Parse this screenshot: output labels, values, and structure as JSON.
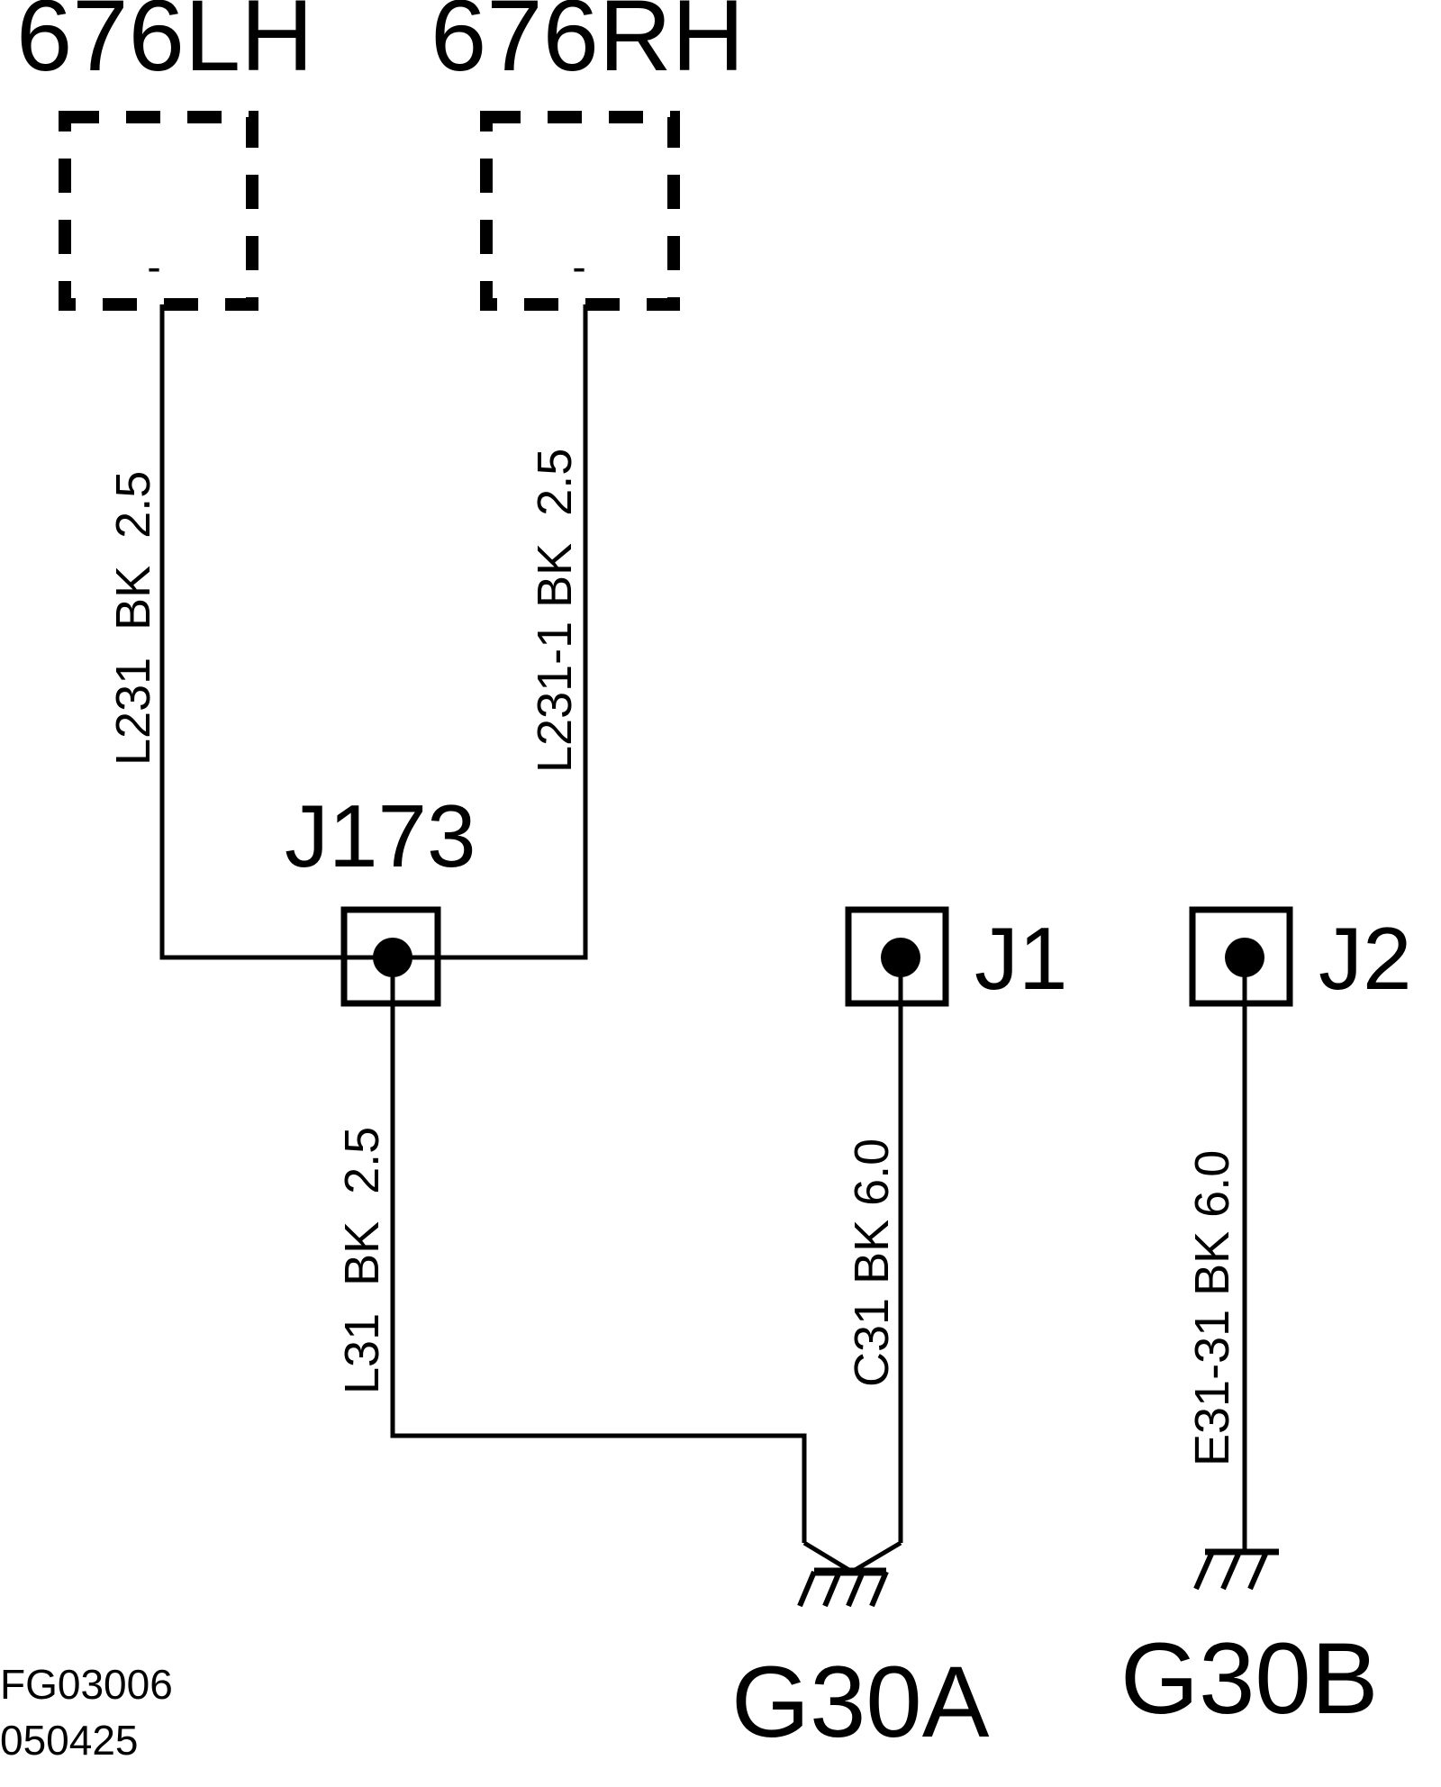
{
  "components": {
    "lh": {
      "label": "676LH",
      "pin": "-"
    },
    "rh": {
      "label": "676RH",
      "pin": "-"
    }
  },
  "splice": {
    "label": "J173"
  },
  "connectors": {
    "j1": {
      "label": "J1"
    },
    "j2": {
      "label": "J2"
    }
  },
  "wires": {
    "w1": "L231  BK  2.5",
    "w2": "L231-1 BK  2.5",
    "w3": "L31  BK  2.5",
    "w4": "C31 BK 6.0",
    "w5": "E31-31 BK 6.0"
  },
  "grounds": {
    "a": {
      "label": "G30A"
    },
    "b": {
      "label": "G30B"
    }
  },
  "footer": {
    "code": "FG03006",
    "date": "050425"
  }
}
